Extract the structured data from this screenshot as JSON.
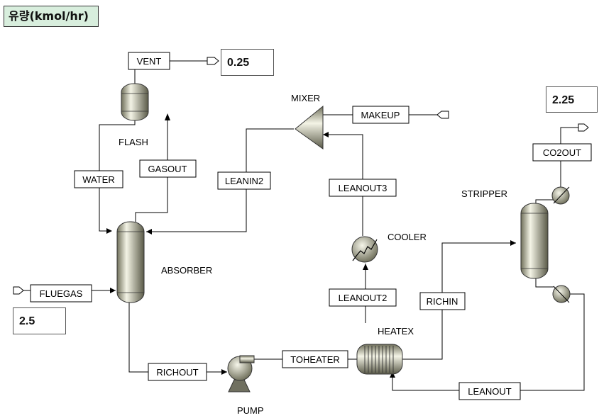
{
  "header": {
    "title": "유량(kmol/hr)"
  },
  "values": {
    "vent": "0.25",
    "co2out": "2.25",
    "fluegas": "2.5"
  },
  "streams": {
    "vent": "VENT",
    "water": "WATER",
    "gasout": "GASOUT",
    "leanin2": "LEANIN2",
    "makeup": "MAKEUP",
    "leanout3": "LEANOUT3",
    "leanout2": "LEANOUT2",
    "co2out": "CO2OUT",
    "richin": "RICHIN",
    "fluegas": "FLUEGAS",
    "richout": "RICHOUT",
    "toheater": "TOHEATER",
    "leanout": "LEANOUT"
  },
  "blocks": {
    "flash": "FLASH",
    "mixer": "MIXER",
    "absorber": "ABSORBER",
    "cooler": "COOLER",
    "stripper": "STRIPPER",
    "heatex": "HEATEX",
    "pump": "PUMP"
  }
}
